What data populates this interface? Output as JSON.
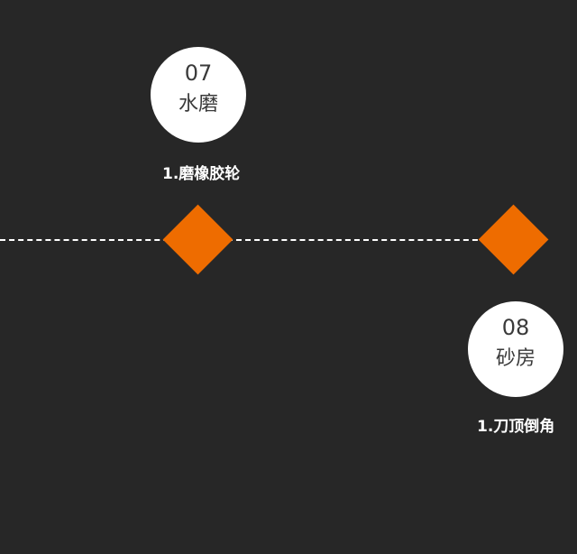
{
  "accent_color": "#ee6c00",
  "steps": [
    {
      "number": "07",
      "name": "水磨",
      "detail": "1.磨橡胶轮"
    },
    {
      "number": "08",
      "name": "砂房",
      "detail": "1.刀顶倒角"
    }
  ]
}
